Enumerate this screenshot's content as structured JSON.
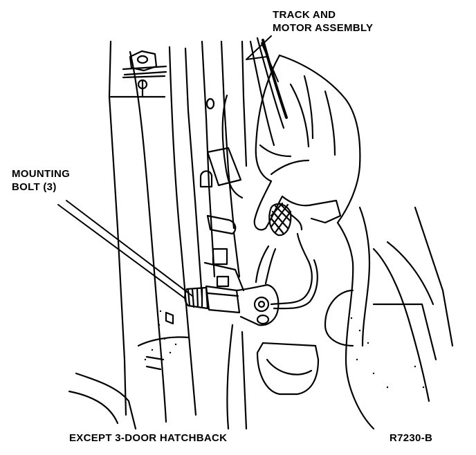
{
  "callouts": {
    "track_motor": [
      "TRACK AND",
      "MOTOR ASSEMBLY"
    ],
    "mounting_bolt": [
      "MOUNTING",
      "BOLT (3)"
    ]
  },
  "caption": "EXCEPT 3-DOOR HATCHBACK",
  "figure_code": "R7230-B",
  "colors": {
    "ink": "#000000",
    "paper": "#ffffff"
  }
}
